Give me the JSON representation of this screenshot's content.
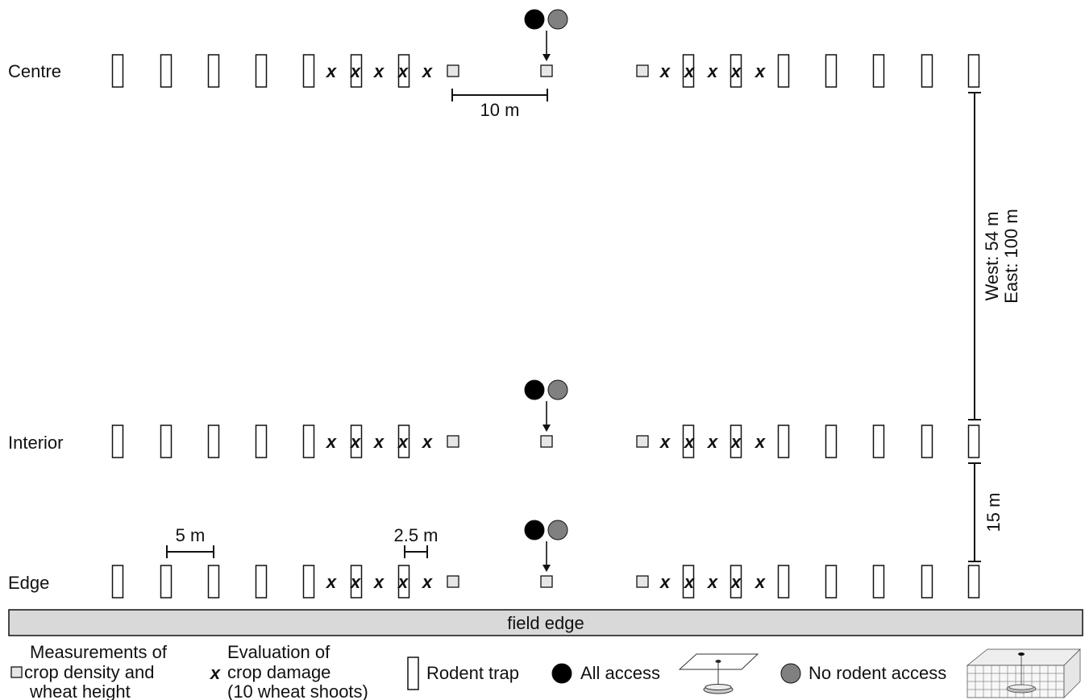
{
  "rows": [
    {
      "key": "centre",
      "label": "Centre"
    },
    {
      "key": "interior",
      "label": "Interior"
    },
    {
      "key": "edge",
      "label": "Edge"
    }
  ],
  "scale_labels": {
    "exclosure_spacing": "10 m",
    "trap_spacing": "5 m",
    "damage_spacing": "2.5 m",
    "centre_distance_line1": "West: 54 m",
    "centre_distance_line2": "East: 100 m",
    "edge_distance": "15 m"
  },
  "field_edge_label": "field edge",
  "legend": {
    "measurements": [
      "Measurements of",
      "crop density and",
      "wheat height"
    ],
    "evaluation": [
      "Evaluation of",
      "crop damage",
      "(10 wheat shoots)"
    ],
    "rodent_trap": "Rodent trap",
    "all_access": "All access",
    "no_rodent_access": "No rodent access"
  },
  "colors": {
    "all_access": "#000000",
    "no_rodent_access": "#808080",
    "measurement_fill": "#e6e6e6",
    "field_edge_fill": "#d9d9d9"
  },
  "icons": {
    "trap": "rodent-trap-rect",
    "damage": "cross-mark",
    "measurement": "grey-square",
    "all_access": "black-circle",
    "no_access": "grey-circle",
    "open_cage": "open-exclosure-cage",
    "closed_cage": "mesh-exclosure-cage"
  }
}
